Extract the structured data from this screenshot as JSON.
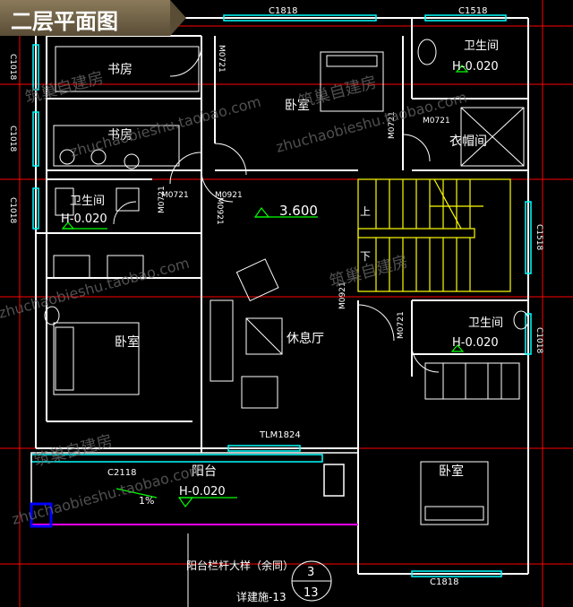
{
  "title": "二层平面图",
  "colors": {
    "background": "#000000",
    "wall": "#ffffff",
    "grid": "#ff0000",
    "window": "#00ffff",
    "stair": "#ffff00",
    "text": "#ffffff",
    "label_green": "#00ff00",
    "watermark": "#6b6b6b"
  },
  "rooms": {
    "study1": "书房",
    "study2": "书房",
    "bedroom_top": "卧室",
    "bath_tr": "卫生间",
    "bath_tr_level": "H-0.020",
    "closet": "衣帽间",
    "bath_left": "卫生间",
    "bath_left_level": "H-0.020",
    "bedroom_left": "卧室",
    "lounge": "休息厅",
    "bath_right": "卫生间",
    "bath_right_level": "H-0.020",
    "bedroom_br": "卧室",
    "balcony": "阳台",
    "balcony_level": "H-0.020"
  },
  "tags": {
    "c1818_top": "C1818",
    "c1518_top": "C1518",
    "c1018_a": "C1018",
    "c1018_b": "C1018",
    "c1018_c": "C1018",
    "c1518_right": "C1518",
    "c1018_right": "C1018",
    "m0721_a": "M0721",
    "m0721_b": "M0721",
    "m0721_c": "M0721",
    "m0721_d": "M0721",
    "m0721_e": "M0721",
    "m0921_a": "M0921",
    "m0921_b": "M0921",
    "m0921_c": "M0921",
    "m0721_f": "M0721",
    "tlm1824": "TLM1824",
    "c2118": "C2118",
    "c1818_bottom": "C1818"
  },
  "level_3600": "3.600",
  "stair_up": "上",
  "stair_down": "下",
  "slope": "1%",
  "railing_note": "阳台栏杆大样（余同）",
  "detail_ref": "详建施-13",
  "detail_num_top": "3",
  "detail_num_bottom": "13",
  "watermarks": [
    "筑巢自建房",
    "zhuchaobieshu.taobao.com",
    "筑巢自建房",
    "zhuchaobieshu.taobao.com",
    "筑巢自建房",
    "zhuchaobieshu.taobao.com",
    "筑巢自建房",
    "zhuchaobieshu.taobao.com"
  ]
}
